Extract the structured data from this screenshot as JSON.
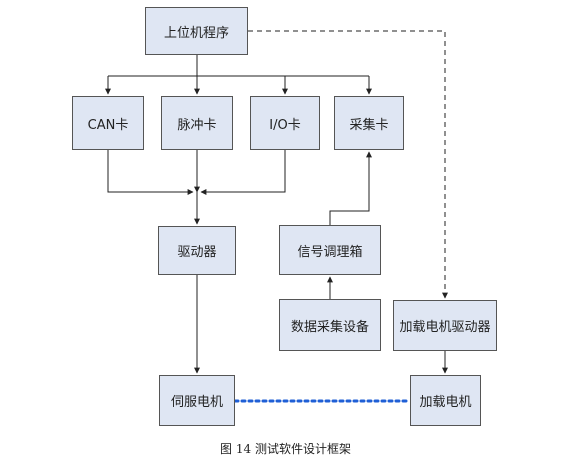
{
  "diagram": {
    "nodes": {
      "host_program": "上位机程序",
      "can_card": "CAN卡",
      "pulse_card": "脉冲卡",
      "io_card": "I/O卡",
      "acq_card": "采集卡",
      "driver": "驱动器",
      "signal_conditioner": "信号调理箱",
      "data_acq_device": "数据采集设备",
      "load_motor_driver": "加载电机驱动器",
      "servo_motor": "伺服电机",
      "load_motor": "加载电机"
    },
    "caption": "图 14  测试软件设计框架"
  },
  "colors": {
    "box_fill": "#dfe6f3",
    "box_border": "#555555",
    "line": "#222222",
    "coupling": "#1f5fd6"
  }
}
